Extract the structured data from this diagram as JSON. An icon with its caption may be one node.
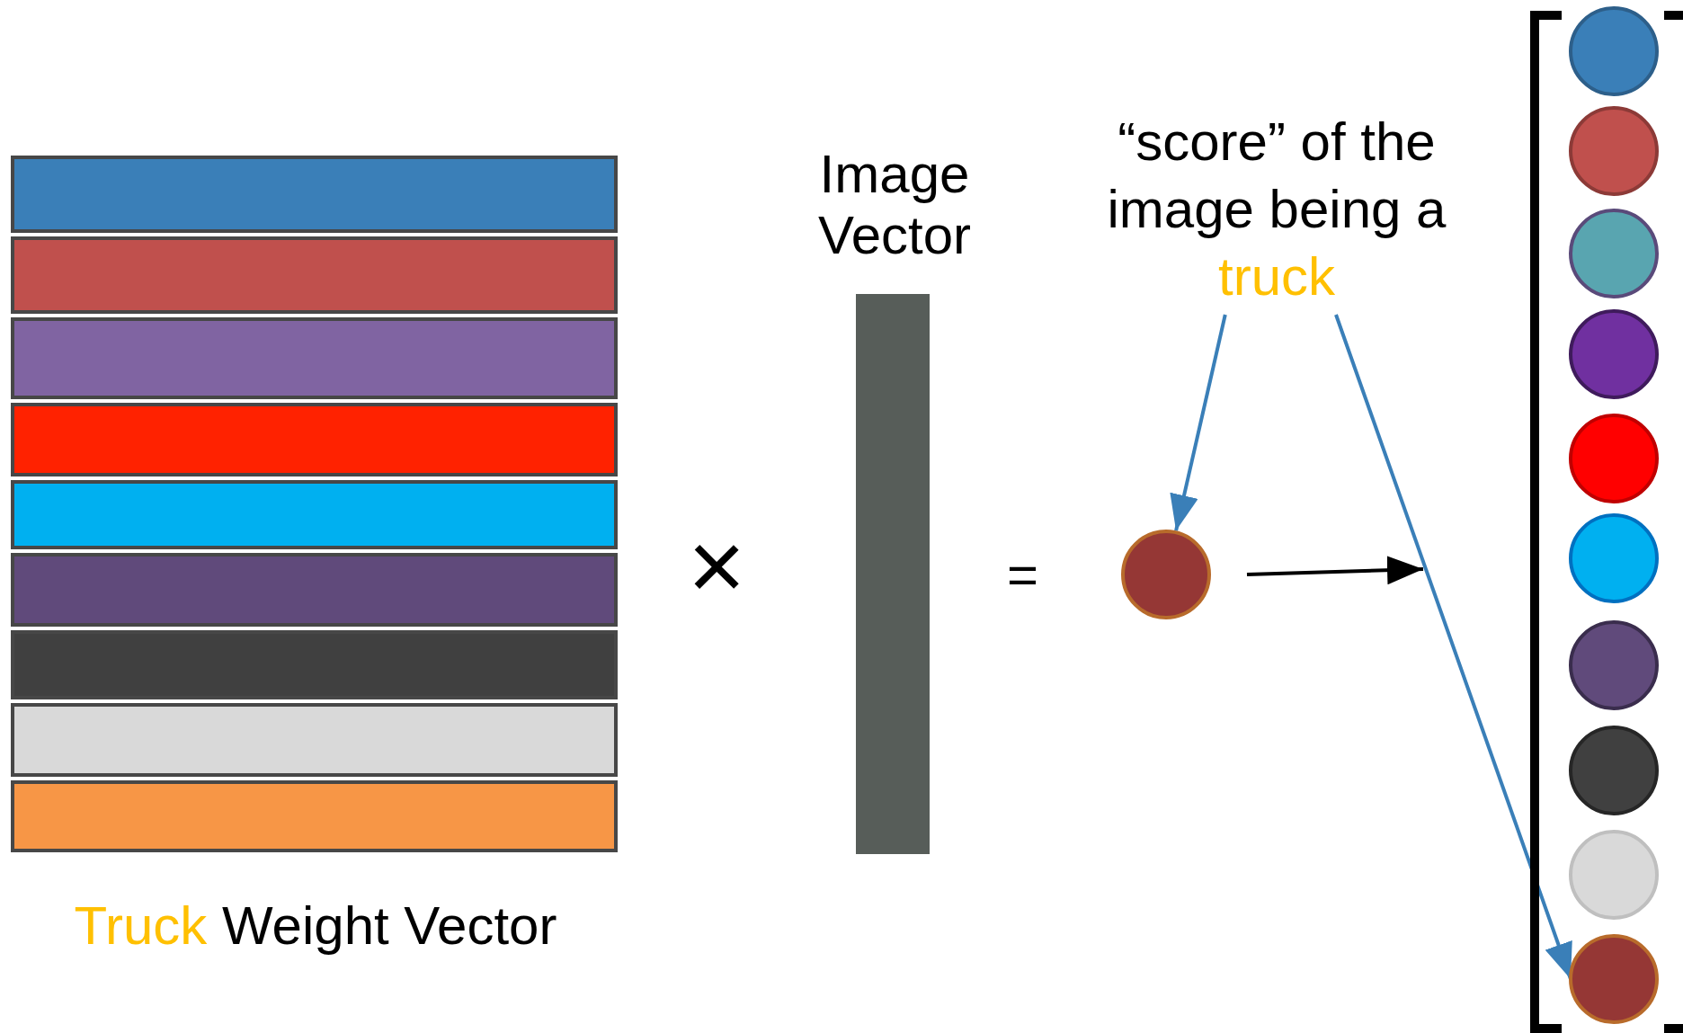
{
  "diagram": {
    "nodes": [
      {
        "text": [
          "Truck",
          "Weight Vector"
        ]
      },
      {
        "text": [],
        "shape": "bar",
        "in": 0
      },
      {
        "text": [],
        "shape": "bar",
        "in": 0
      },
      {
        "text": [],
        "shape": "bar",
        "in": 0
      },
      {
        "text": [],
        "shape": "bar",
        "in": 0
      },
      {
        "text": [],
        "shape": "bar",
        "in": 0
      },
      {
        "text": [],
        "shape": "bar",
        "in": 0
      },
      {
        "text": [],
        "shape": "bar",
        "in": 0
      },
      {
        "text": [],
        "shape": "bar",
        "in": 0
      },
      {
        "text": [],
        "shape": "bar",
        "in": 0
      },
      {
        "text": [
          "Image Vector"
        ]
      },
      {
        "text": [
          "“score” of the image being a",
          "truck"
        ]
      },
      {
        "text": [],
        "shape": "circle"
      },
      {
        "text": [],
        "shape": "bar"
      },
      {
        "text": [],
        "shape": "circle",
        "in": 13
      },
      {
        "text": [],
        "shape": "circle",
        "in": 13
      },
      {
        "text": [],
        "shape": "circle",
        "in": 13
      },
      {
        "text": [],
        "shape": "circle",
        "in": 13
      },
      {
        "text": [],
        "shape": "circle",
        "in": 13
      },
      {
        "text": [],
        "shape": "circle",
        "in": 13
      },
      {
        "text": [],
        "shape": "circle",
        "in": 13
      },
      {
        "text": [],
        "shape": "circle",
        "in": 13
      },
      {
        "text": [],
        "shape": "circle",
        "in": 13
      },
      {
        "text": [],
        "shape": "circle",
        "in": 13
      }
    ],
    "edges": [
      {
        "from": 11,
        "to": 12,
        "arrow": "to"
      },
      {
        "from": 11,
        "to": 23,
        "arrow": "to"
      },
      {
        "from": 12,
        "to": 13,
        "arrow": "to",
        "color": "#000000"
      }
    ],
    "labels": [
      "×",
      "="
    ]
  }
}
